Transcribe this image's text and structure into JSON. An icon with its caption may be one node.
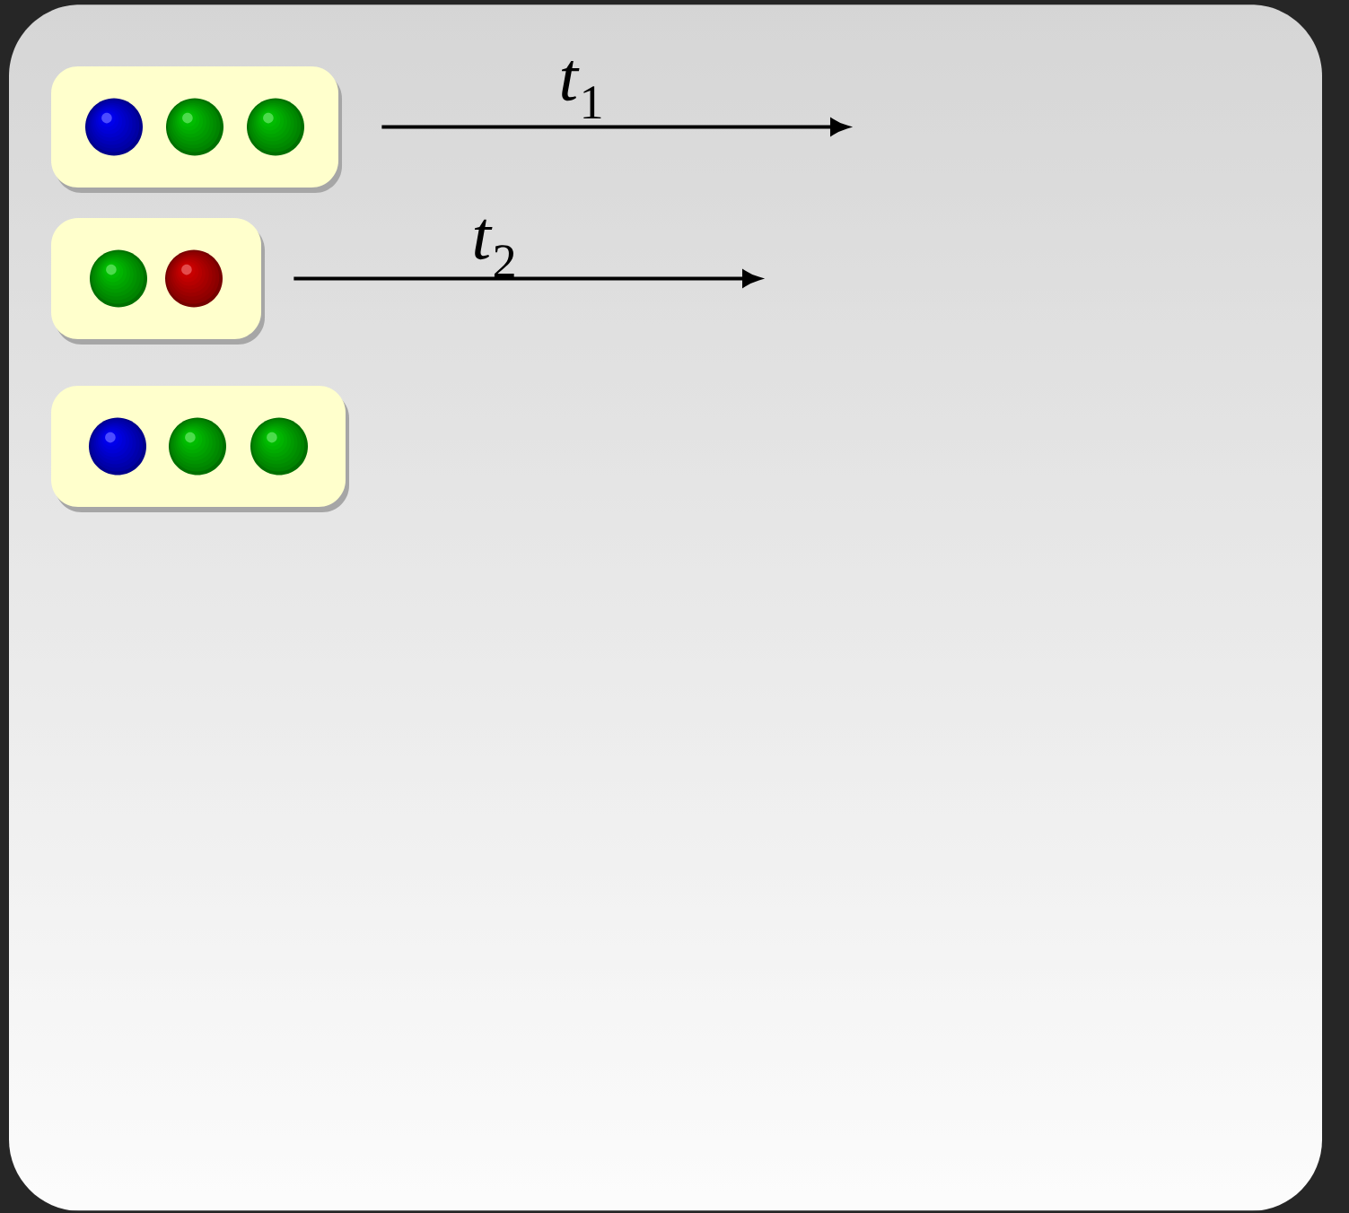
{
  "diagram": {
    "nodes": [
      {
        "text": [],
        "shape": "box"
      },
      {
        "text": [],
        "shape": "circle",
        "in": 0
      },
      {
        "text": [],
        "shape": "circle",
        "in": 0
      },
      {
        "text": [],
        "shape": "circle",
        "in": 0
      },
      {
        "text": [],
        "shape": "box"
      },
      {
        "text": [],
        "shape": "circle",
        "in": 4
      },
      {
        "text": [],
        "shape": "circle",
        "in": 4
      },
      {
        "text": [],
        "shape": "box"
      },
      {
        "text": [],
        "shape": "circle",
        "in": 7
      },
      {
        "text": [],
        "shape": "circle",
        "in": 7
      },
      {
        "text": [],
        "shape": "circle",
        "in": 7
      }
    ],
    "edges": [
      {
        "from": 0,
        "to": null,
        "arrow": "to",
        "label": "*t*$_{1}$"
      },
      {
        "from": 4,
        "to": null,
        "arrow": "to",
        "label": "*t*$_{2}$"
      }
    ]
  }
}
